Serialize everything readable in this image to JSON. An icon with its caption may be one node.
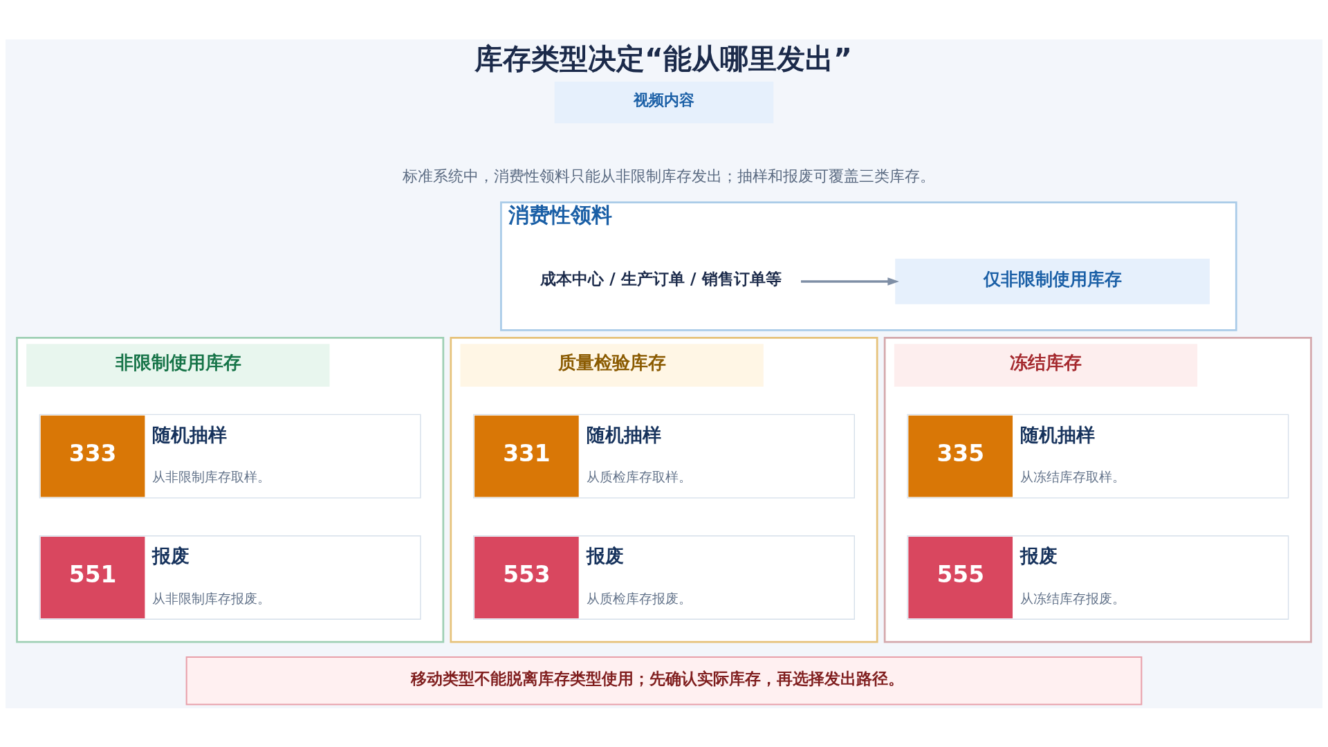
{
  "diagram": {
    "title": "库存类型决定“能从哪里发出”",
    "nodes": [
      {
        "text": [
          "视频内容"
        ]
      },
      {
        "text": [
          "消费性领料"
        ]
      },
      {
        "text": [
          "成本中心 / 生产订单 / 销售订单等"
        ],
        "in": 1
      },
      {
        "text": [
          "仅非限制使用库存"
        ],
        "in": 1
      },
      {
        "text": [
          "非限制使用库存"
        ]
      },
      {
        "text": [
          "333",
          "随机抽样",
          "从非限制库存取样。"
        ],
        "in": 4
      },
      {
        "text": [
          "551",
          "报废",
          "从非限制库存报废。"
        ],
        "in": 4
      },
      {
        "text": [
          "质量检验库存"
        ]
      },
      {
        "text": [
          "331",
          "随机抽样",
          "从质检库存取样。"
        ],
        "in": 7
      },
      {
        "text": [
          "553",
          "报废",
          "从质检库存报废。"
        ],
        "in": 7
      },
      {
        "text": [
          "冻结库存"
        ]
      },
      {
        "text": [
          "335",
          "随机抽样",
          "从冻结库存取样。"
        ],
        "in": 10
      },
      {
        "text": [
          "555",
          "报废",
          "从冻结库存报废。"
        ],
        "in": 10
      },
      {
        "text": [
          "移动类型不能脱离库存类型使用；先确认实际库存，再选择发出路径。"
        ]
      }
    ],
    "edges": [
      {
        "from": 2,
        "to": 3,
        "arrow": "to"
      }
    ],
    "labels": [
      "标准系统中，消费性领料只能从非限制库存发出；抽样和报废可覆盖三类库存。"
    ]
  }
}
